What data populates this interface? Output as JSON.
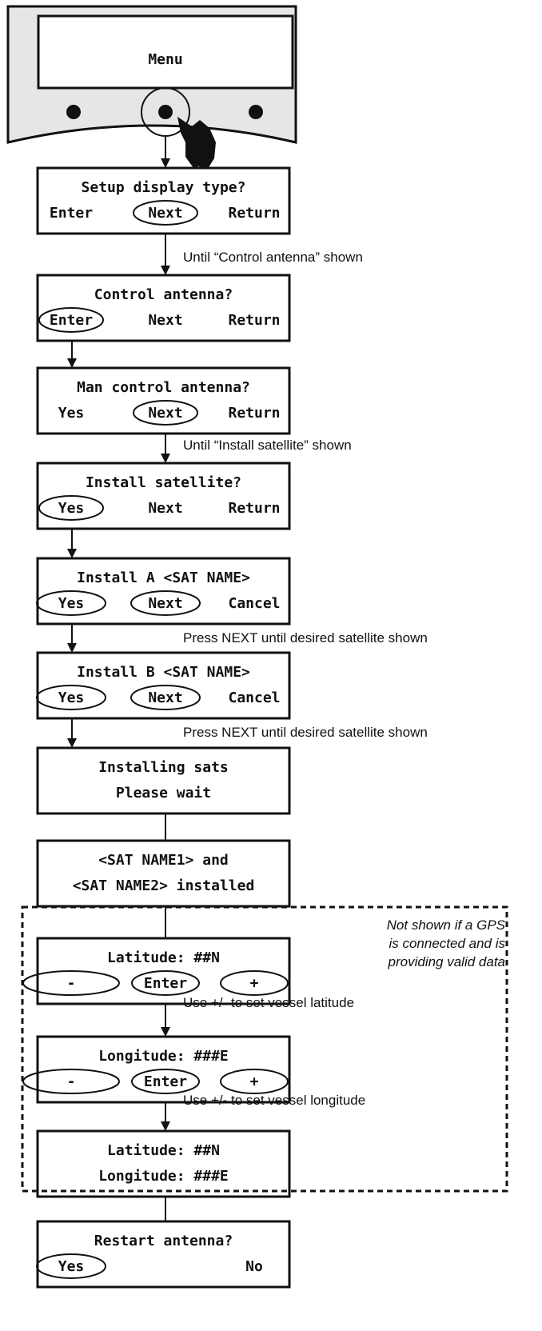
{
  "device": {
    "screen_text": "Menu",
    "buttons": [
      "left-button",
      "center-button",
      "right-button"
    ]
  },
  "screens": [
    {
      "line1": "Setup display type?",
      "options": [
        "Enter",
        "Next",
        "Return"
      ],
      "circled": [
        "Next"
      ]
    },
    {
      "line1": "Control antenna?",
      "options": [
        "Enter",
        "Next",
        "Return"
      ],
      "circled": [
        "Enter"
      ]
    },
    {
      "line1": "Man control antenna?",
      "options": [
        "Yes",
        "Next",
        "Return"
      ],
      "circled": [
        "Next"
      ]
    },
    {
      "line1": "Install satellite?",
      "options": [
        "Yes",
        "Next",
        "Return"
      ],
      "circled": [
        "Yes"
      ]
    },
    {
      "line1": "Install A <SAT NAME>",
      "options": [
        "Yes",
        "Next",
        "Cancel"
      ],
      "circled": [
        "Yes",
        "Next"
      ]
    },
    {
      "line1": "Install B <SAT NAME>",
      "options": [
        "Yes",
        "Next",
        "Cancel"
      ],
      "circled": [
        "Yes",
        "Next"
      ]
    },
    {
      "line1": "Installing sats",
      "line2": "Please wait"
    },
    {
      "line1": "<SAT NAME1> and",
      "line2": "<SAT NAME2> installed"
    },
    {
      "line1": "Latitude: ##N",
      "options": [
        "-",
        "Enter",
        "+"
      ],
      "circled": [
        "-",
        "Enter",
        "+"
      ]
    },
    {
      "line1": "Longitude: ###E",
      "options": [
        "-",
        "Enter",
        "+"
      ],
      "circled": [
        "-",
        "Enter",
        "+"
      ]
    },
    {
      "line1": "Latitude:      ##N",
      "line2": "Longitude:     ###E"
    },
    {
      "line1": "Restart antenna?",
      "options": [
        "Yes",
        "No"
      ],
      "circled": [
        "Yes"
      ]
    }
  ],
  "annotations": [
    "Until “Control antenna” shown",
    "Until “Install satellite” shown",
    "Press NEXT until desired satellite shown",
    "Press NEXT until desired satellite shown",
    "Use +/- to set vessel latitude",
    "Use +/- to set vessel longitude"
  ],
  "gps_note": [
    "Not shown if a GPS",
    "is connected and is",
    "providing valid data"
  ],
  "colors": {
    "ink": "#111111",
    "device_fill": "#e6e6e6",
    "screen_fill": "#ffffff"
  }
}
